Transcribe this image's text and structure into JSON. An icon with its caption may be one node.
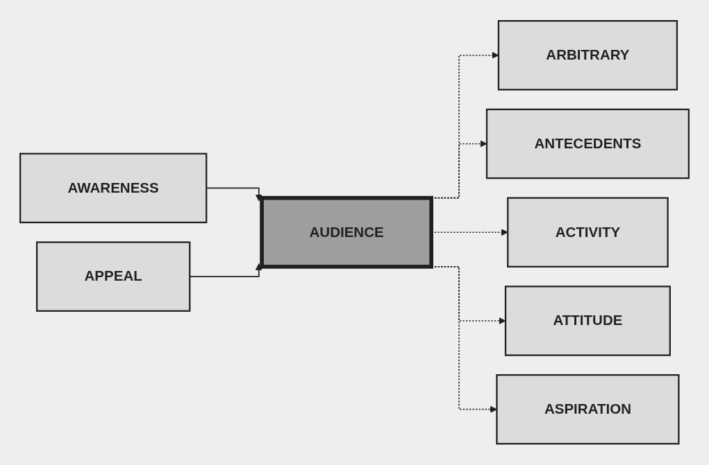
{
  "diagram": {
    "nodes": [
      {
        "text": [
          "AWARENESS"
        ]
      },
      {
        "text": [
          "AUDIENCE"
        ]
      },
      {
        "text": [
          "APPEAL"
        ]
      },
      {
        "text": [
          "ARBITRARY"
        ]
      },
      {
        "text": [
          "ANTECEDENTS"
        ]
      },
      {
        "text": [
          "ACTIVITY"
        ]
      },
      {
        "text": [
          "ATTITUDE"
        ]
      },
      {
        "text": [
          "ASPIRATION"
        ]
      }
    ],
    "edges": [
      {
        "from": 0,
        "to": 1,
        "arrow": "to"
      },
      {
        "from": 2,
        "to": 1,
        "arrow": "to"
      },
      {
        "from": 1,
        "to": 3,
        "arrow": "to",
        "style": "dashed"
      },
      {
        "from": 1,
        "to": 4,
        "arrow": "to",
        "style": "dashed"
      },
      {
        "from": 1,
        "to": 5,
        "arrow": "to",
        "style": "dashed"
      },
      {
        "from": 1,
        "to": 6,
        "arrow": "to",
        "style": "dashed"
      },
      {
        "from": 1,
        "to": 7,
        "arrow": "to",
        "style": "dashed"
      }
    ]
  }
}
